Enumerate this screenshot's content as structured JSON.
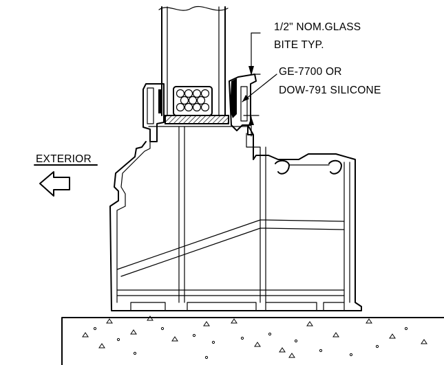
{
  "labels": {
    "glass_bite_line1": "1/2\" NOM.GLASS",
    "glass_bite_line2": "BITE TYP.",
    "silicone_line1": "GE-7700 OR",
    "silicone_line2": "DOW-791 SILICONE",
    "exterior": "EXTERIOR"
  }
}
